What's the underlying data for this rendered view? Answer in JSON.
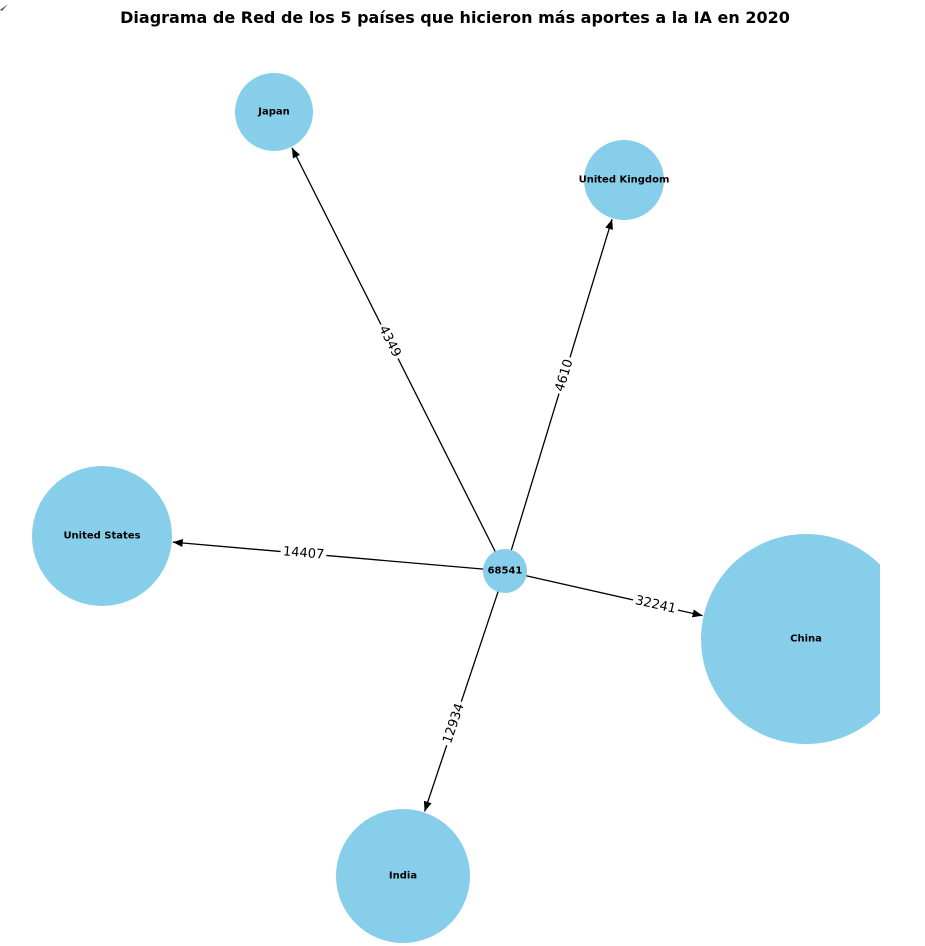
{
  "title": "Diagrama de Red de los 5 países que hicieron más aportes a la IA en 2020",
  "colors": {
    "node_fill": "#87CEEB",
    "edge": "#000000",
    "label": "#000000",
    "background": "#ffffff"
  },
  "diagram": {
    "type": "directed-network",
    "center": {
      "label": "68541"
    },
    "nodes": [
      {
        "id": "japan",
        "label": "Japan",
        "edge_label": "4349"
      },
      {
        "id": "united-kingdom",
        "label": "United Kingdom",
        "edge_label": "4610"
      },
      {
        "id": "united-states",
        "label": "United States",
        "edge_label": "14407"
      },
      {
        "id": "china",
        "label": "China",
        "edge_label": "32241"
      },
      {
        "id": "india",
        "label": "India",
        "edge_label": "12934"
      }
    ]
  }
}
